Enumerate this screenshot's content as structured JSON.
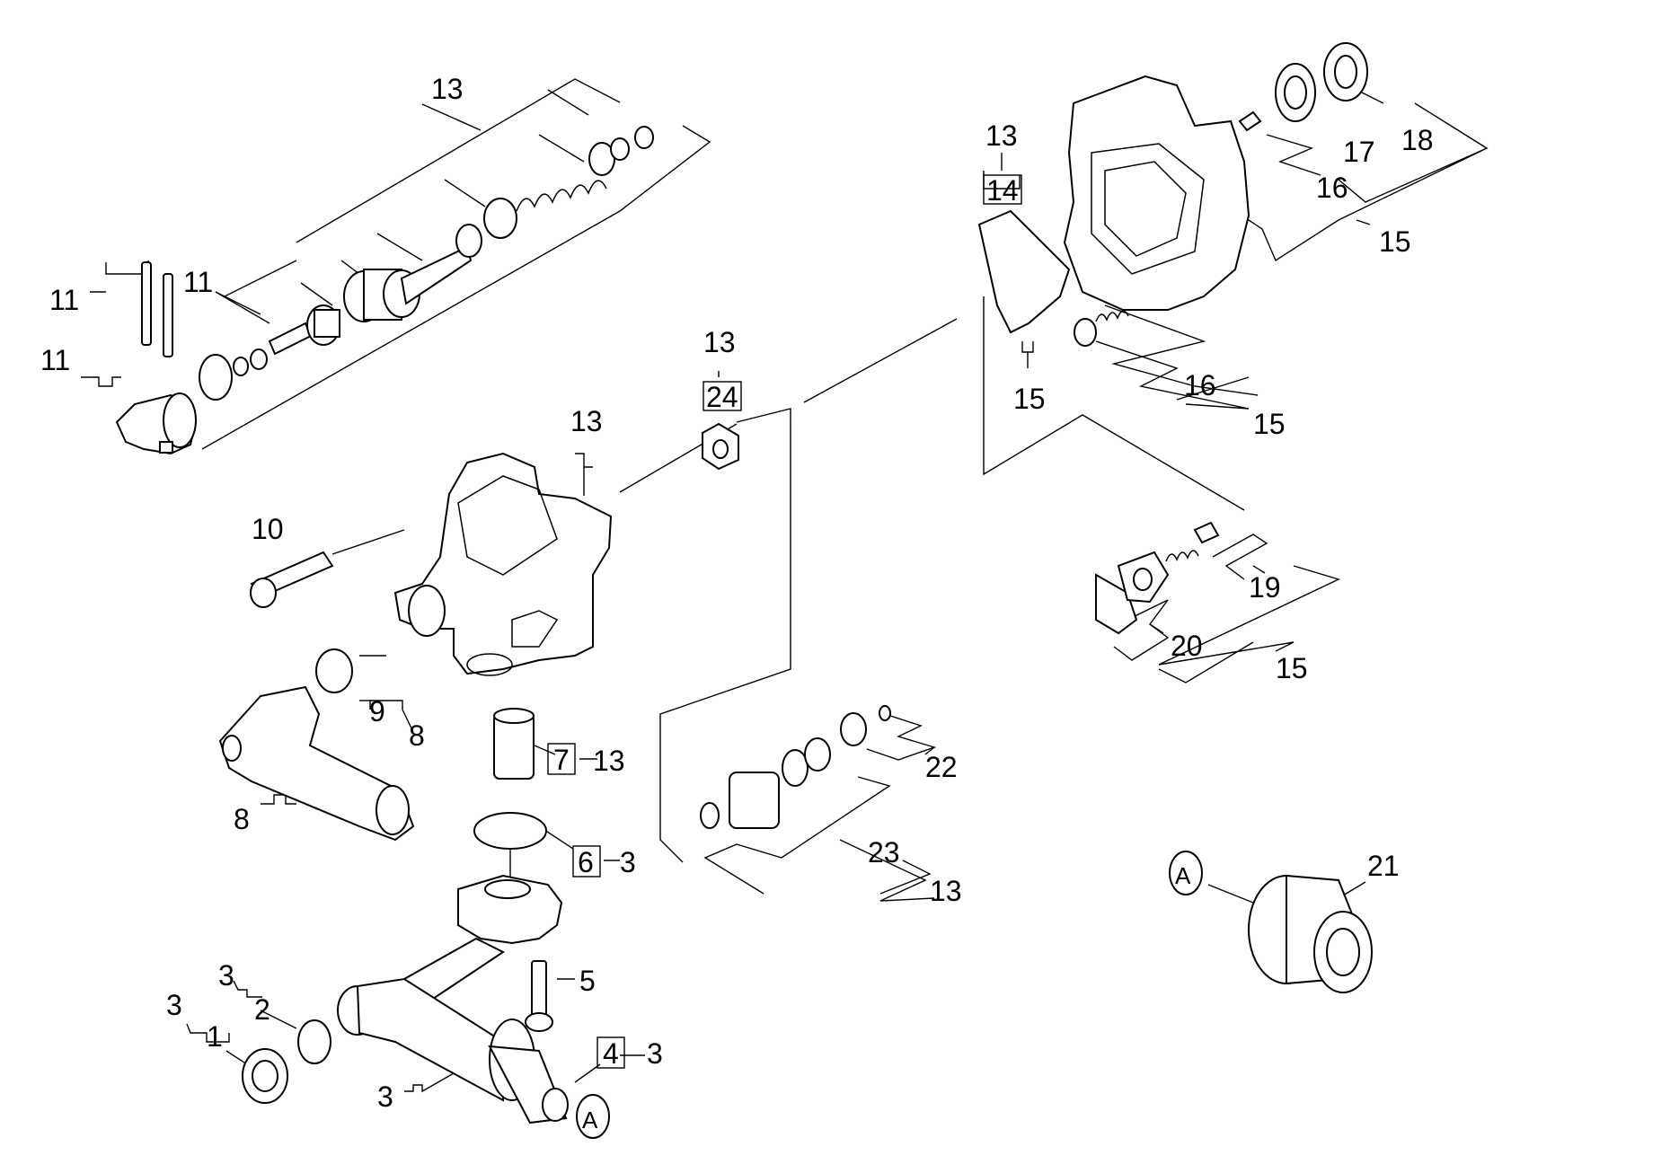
{
  "diagram": {
    "type": "exploded parts diagram",
    "callouts": {
      "c1": "13",
      "c2": "11",
      "c3": "11",
      "c4": "11",
      "c5": "13",
      "c6": "24",
      "c7": "13",
      "c8": "10",
      "c9": "9",
      "c10": "8",
      "c11": "8",
      "c12": "7",
      "c13": "13",
      "c14": "6",
      "c15": "3",
      "c16": "5",
      "c17": "3",
      "c18": "2",
      "c19": "3",
      "c20": "1",
      "c21": "4",
      "c22": "3",
      "c23": "3",
      "c24": "A",
      "c25": "22",
      "c26": "23",
      "c27": "13",
      "c28": "13",
      "c29": "14",
      "c30": "15",
      "c31": "17",
      "c32": "18",
      "c33": "16",
      "c34": "15",
      "c35": "16",
      "c36": "15",
      "c37": "19",
      "c38": "20",
      "c39": "15",
      "c40": "21",
      "c41": "A"
    }
  }
}
